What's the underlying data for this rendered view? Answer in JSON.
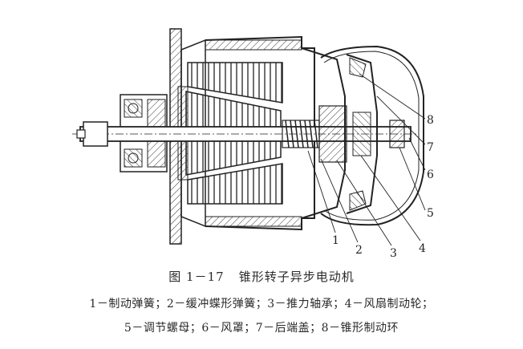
{
  "figure": {
    "number": "图 1－17",
    "title": "锥形转子异步电动机"
  },
  "callouts": [
    {
      "id": "1",
      "label": "1"
    },
    {
      "id": "2",
      "label": "2"
    },
    {
      "id": "3",
      "label": "3"
    },
    {
      "id": "4",
      "label": "4"
    },
    {
      "id": "5",
      "label": "5"
    },
    {
      "id": "6",
      "label": "6"
    },
    {
      "id": "7",
      "label": "7"
    },
    {
      "id": "8",
      "label": "8"
    }
  ],
  "legend": {
    "line1": "1－制动弹簧；2－缓冲蝶形弹簧；3－推力轴承；4－风扇制动轮；",
    "line2": "5－调节螺母；6－风罩；7－后端盖；8－锥形制动环"
  }
}
